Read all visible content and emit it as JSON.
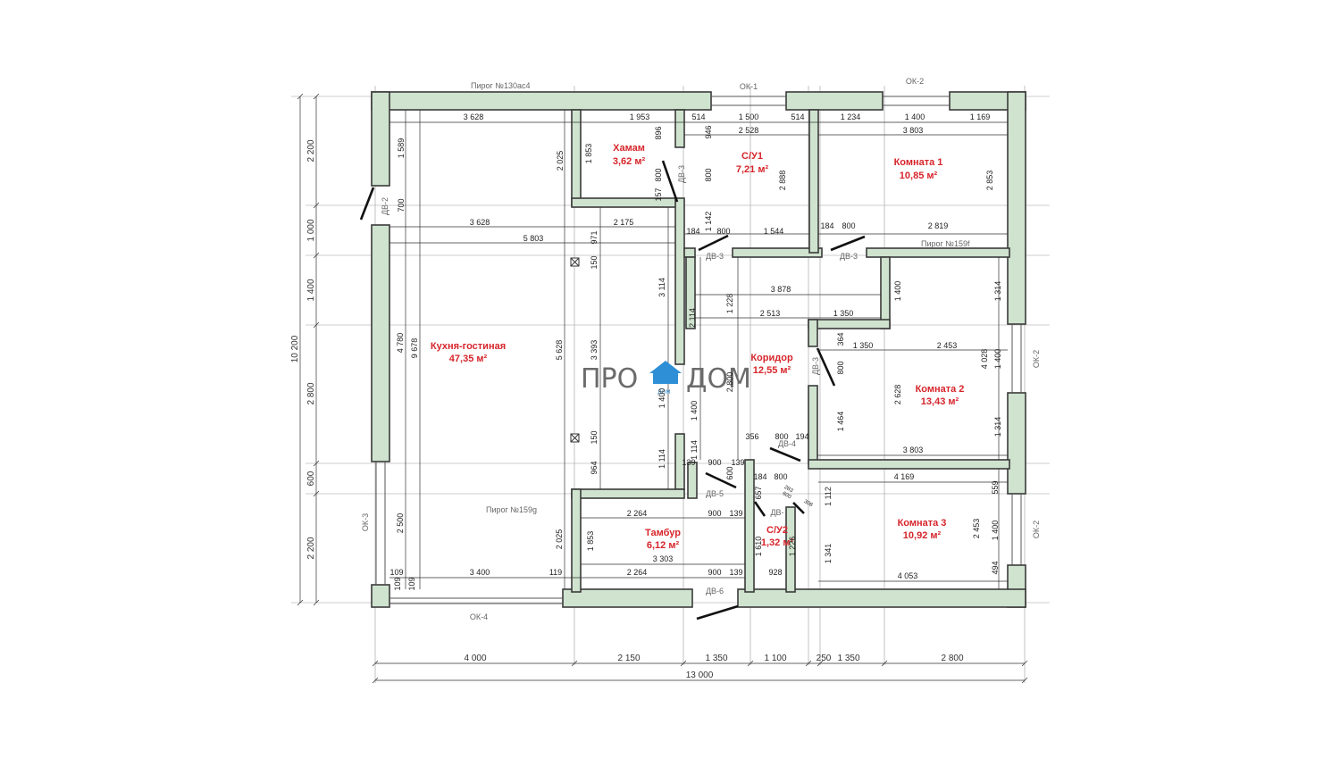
{
  "watermark": {
    "left": "ПРО",
    "right": "ДОМ",
    "badge": "ДОМ"
  },
  "rooms": [
    {
      "name": "Хамам",
      "area": "3,62 м²"
    },
    {
      "name": "С/У1",
      "area": "7,21 м²"
    },
    {
      "name": "Комната 1",
      "area": "10,85 м²"
    },
    {
      "name": "Кухня-гостиная",
      "area": "47,35 м²"
    },
    {
      "name": "Коридор",
      "area": "12,55 м²"
    },
    {
      "name": "Комната 2",
      "area": "13,43 м²"
    },
    {
      "name": "Тамбур",
      "area": "6,12 м²"
    },
    {
      "name": "С/У2",
      "area": "1,32 м²"
    },
    {
      "name": "Комната 3",
      "area": "10,92 м²"
    }
  ],
  "openings": {
    "ok1": "ОК-1",
    "ok2a": "ОК-2",
    "ok2b": "ОК-2",
    "ok2c": "ОК-2",
    "ok3": "ОК-3",
    "ok4": "ОК-4",
    "dv2": "ДВ-2",
    "dv3a": "ДВ-3",
    "dv3b": "ДВ-3",
    "dv3c": "ДВ-3",
    "dv3d": "ДВ-3",
    "dv4": "ДВ-4",
    "dv5": "ДВ-5",
    "dv6": "ДВ-6",
    "dvx": "ДВ-"
  },
  "notes": {
    "pirog1": "Пирог №130ас4",
    "pirog2": "Пирог №159f",
    "pirog3": "Пирог №159g"
  },
  "dims_bottom": [
    "4 000",
    "2 150",
    "1 350",
    "1 100",
    "250",
    "1 350",
    "2 800"
  ],
  "dim_total_bottom": "13 000",
  "dims_left": [
    "2 200",
    "1 000",
    "1 400",
    "2 800",
    "600",
    "2 200"
  ],
  "dim_total_left": "10 200",
  "dims_top": [
    "3 628",
    "1 953",
    "514",
    "1 500",
    "514",
    "1 234",
    "1 400",
    "1 169"
  ],
  "dims_inner": {
    "d2528": "2 528",
    "d3803": "3 803",
    "d1589": "1 589",
    "d700": "700",
    "d2025a": "2 025",
    "d1853a": "1 853",
    "d896": "896",
    "d946": "946",
    "d800a": "800",
    "d800b": "800",
    "d157": "157",
    "d2888": "2 888",
    "d2853": "2 853",
    "d3628b": "3 628",
    "d2175": "2 175",
    "d5803": "5 803",
    "d1142": "1 142",
    "d184a": "184",
    "d800c": "800",
    "d1544": "1 544",
    "d184b": "184",
    "d800d": "800",
    "d2819": "2 819",
    "d971": "971",
    "d150a": "150",
    "d3114": "3 114",
    "d3878": "3 878",
    "d1228": "1 228",
    "d2114": "2 114",
    "d2513": "2 513",
    "d1350": "1 350",
    "d1400a": "1 400",
    "d1314a": "1 314",
    "d364": "364",
    "d1350b": "1 350",
    "d2453": "2 453",
    "d4028": "4 028",
    "d1400b": "1 400",
    "d4780": "4 780",
    "d9678": "9 678",
    "d5628": "5 628",
    "d3393": "3 393",
    "d2800": "2 800",
    "d800e": "800",
    "d2628": "2 628",
    "d1400c": "1 400",
    "d1400d": "1 400",
    "d1464": "1 464",
    "d1314b": "1 314",
    "d356": "356",
    "d800f": "800",
    "d194": "194",
    "d3803b": "3 803",
    "d150b": "150",
    "d1114a": "1 114",
    "d1114b": "1 114",
    "d964": "964",
    "d139a": "139",
    "d900a": "900",
    "d139b": "139",
    "d600": "600",
    "d184c": "184",
    "d800g": "800",
    "d4169": "4 169",
    "d283": "283",
    "d600b": "600",
    "d657": "657",
    "d308": "308",
    "d1112": "1 112",
    "d559": "559",
    "d2264a": "2 264",
    "d900b": "900",
    "d139c": "139",
    "d2500": "2 500",
    "d2025b": "2 025",
    "d1853b": "1 853",
    "d2453b": "2 453",
    "d1400e": "1 400",
    "d1610": "1 610",
    "d1226": "1 226",
    "d3303": "3 303",
    "d1341": "1 341",
    "d109a": "109",
    "d3400": "3 400",
    "d119": "119",
    "d2264b": "2 264",
    "d900c": "900",
    "d139d": "139",
    "d928": "928",
    "d4053": "4 053",
    "d494": "494",
    "d109b": "109",
    "d109c": "109"
  }
}
